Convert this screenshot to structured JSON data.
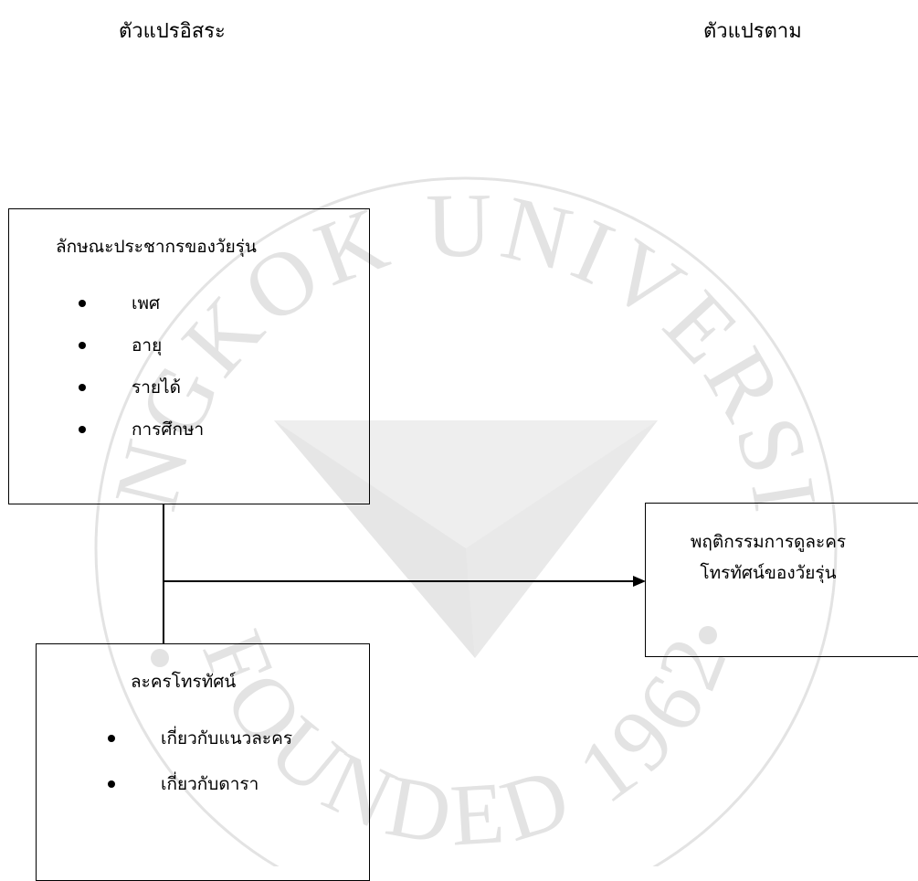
{
  "headers": {
    "independent": "ตัวแปรอิสระ",
    "dependent": "ตัวแปรตาม"
  },
  "demographics_box": {
    "title": "ลักษณะประชากรของวัยรุ่น",
    "items": [
      "เพศ",
      "อายุ",
      "รายได้",
      "การศึกษา"
    ]
  },
  "drama_box": {
    "title": "ละครโทรทัศน์",
    "items": [
      "เกี่ยวกับแนวละคร",
      "เกี่ยวกับดารา"
    ]
  },
  "behavior_box": {
    "lines": [
      "พฤติกรรมการดูละคร",
      "โทรทัศน์ของวัยรุ่น"
    ]
  },
  "watermark": {
    "text_top": "BANGKOK UNIVERSITY",
    "text_bottom": "FOUNDED 1962",
    "color": "#d9d9d9"
  }
}
